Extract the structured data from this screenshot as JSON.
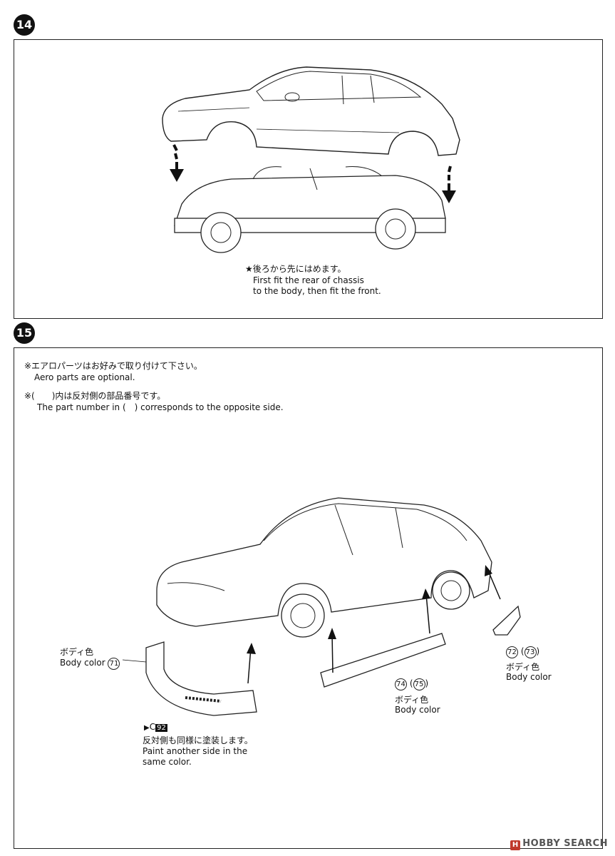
{
  "steps": [
    {
      "number": "14",
      "note": "★後ろから先にはめます。",
      "note_en_line1": "First fit the rear of chassis",
      "note_en_line2": "to the body, then fit the front."
    },
    {
      "number": "15",
      "note1_jp": "※エアロパーツはお好みで取り付けて下さい。",
      "note1_en": "Aero parts are optional.",
      "note2_jp": "※(　　)内は反対側の部品番号です。",
      "note2_en": "The part number in (　) corresponds to the opposite side.",
      "parts": {
        "front_bumper": {
          "label_jp": "ボディ色",
          "label_en": "Body color",
          "num": "71"
        },
        "side_skirt": {
          "label_jp": "ボディ色",
          "label_en": "Body color",
          "num": "74",
          "opposite": "75"
        },
        "rear_spat": {
          "label_jp": "ボディ色",
          "label_en": "Body color",
          "num": "72",
          "opposite": "73"
        },
        "paint": {
          "code_prefix": "C",
          "code": "92",
          "jp": "反対側も同様に塗装します。",
          "en1": "Paint another side in the",
          "en2": "same color."
        }
      }
    }
  ],
  "watermark": "HOBBY SEARCH"
}
